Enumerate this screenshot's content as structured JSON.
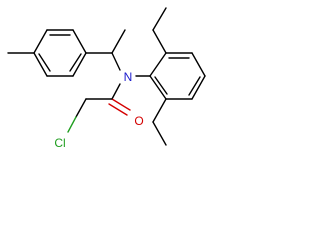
{
  "molecule": {
    "atoms": {
      "nitrogen": "N",
      "oxygen": "O",
      "chlorine": "Cl"
    },
    "colors": {
      "bond": "#000000",
      "nitrogen": "#1a1acc",
      "oxygen": "#d40000",
      "chlorine": "#1f9e1f"
    }
  }
}
